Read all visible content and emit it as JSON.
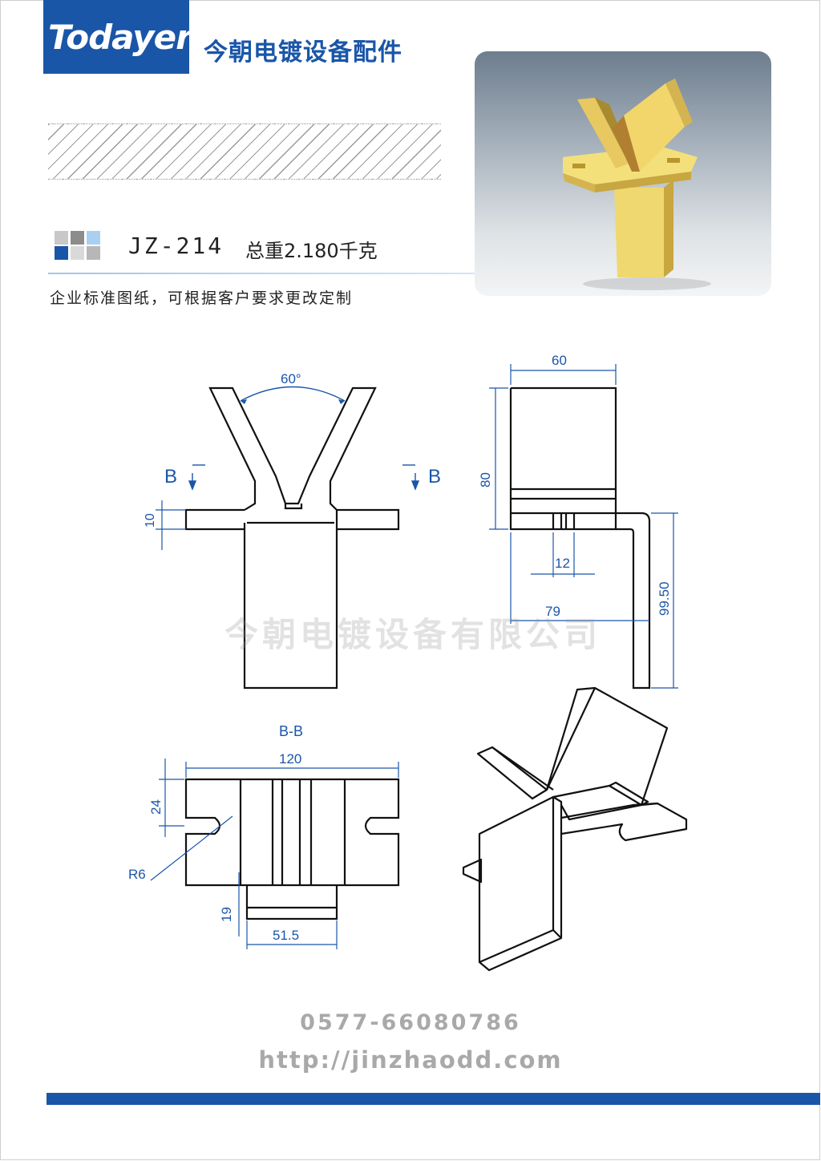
{
  "header": {
    "logo_text": "Todayer",
    "brand_name": "今朝电镀设备配件"
  },
  "product": {
    "model": "JZ-214",
    "weight": "总重2.180千克",
    "note": "企业标准图纸，可根据客户要求更改定制"
  },
  "swatches": [
    "#c8c8c8",
    "#8c8c8c",
    "#a9d0f0",
    "#1a56a8",
    "#d9d9d9",
    "#b7b7b7"
  ],
  "colors": {
    "brand_blue": "#1a56a8",
    "dimension_blue": "#1a56a8",
    "part_gold": "#e8c860"
  },
  "drawing": {
    "front_view": {
      "angle": "60°",
      "section_mark": "B",
      "dim_thickness": "10"
    },
    "side_view": {
      "dim_width": "60",
      "dim_height": "80",
      "dim_slot": "12",
      "dim_depth": "79",
      "dim_total": "99.50"
    },
    "section_view": {
      "title": "B-B",
      "dim_width": "120",
      "dim_flange": "24",
      "dim_radius": "R6",
      "dim_tab": "19",
      "dim_stem": "51.5"
    }
  },
  "watermark": "今朝电镀设备有限公司",
  "footer": {
    "phone": "0577-66080786",
    "url": "http://jinzhaodd.com"
  }
}
